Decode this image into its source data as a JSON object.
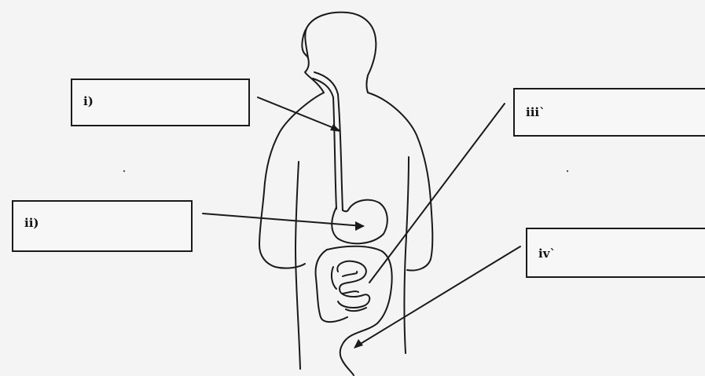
{
  "labels": {
    "i": "i)",
    "ii": "ii)",
    "iii": "iii`",
    "iv": "iv`"
  },
  "colors": {
    "background": "#f4f4f4",
    "ink": "#1a1a1a"
  }
}
